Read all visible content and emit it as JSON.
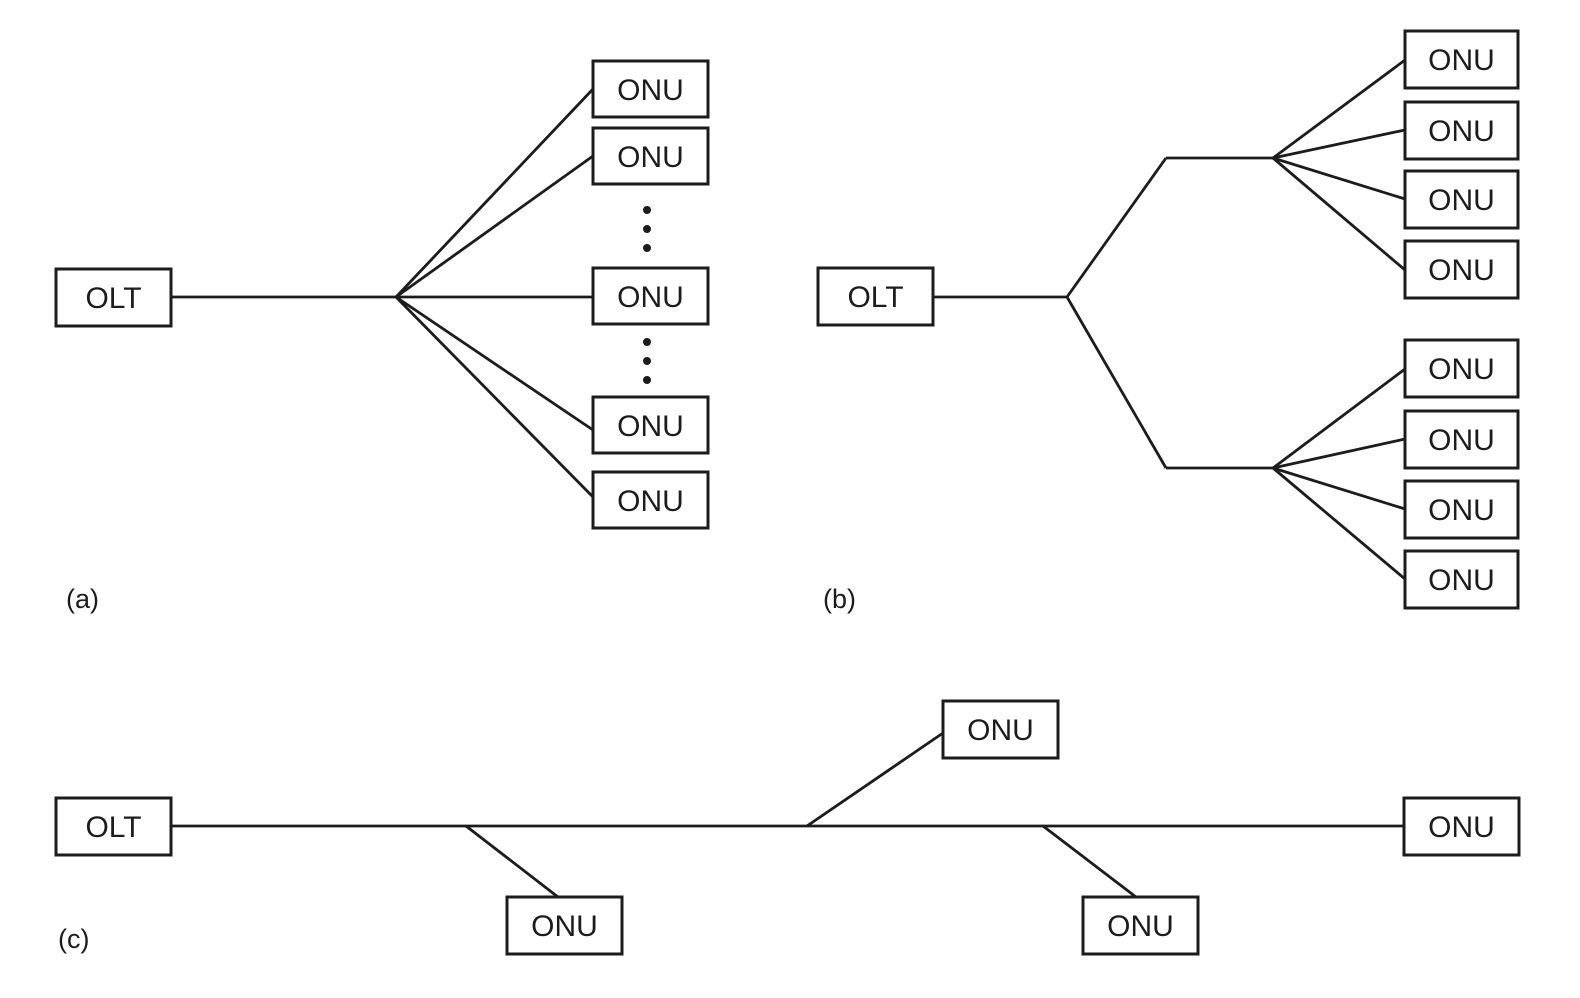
{
  "colors": {
    "background": "#ffffff",
    "line": "#1c1c1c",
    "text": "#1c1c1c",
    "node_fill": "#ffffff"
  },
  "panels": {
    "a": {
      "caption": "(a)",
      "olt_label": "OLT",
      "onu_label": "ONU",
      "onu_boxes_visible": 5,
      "ellipsis_dot_groups": 2,
      "dots_per_group": 3
    },
    "b": {
      "caption": "(b)",
      "olt_label": "OLT",
      "onu_label": "ONU",
      "onu_boxes_visible": 8
    },
    "c": {
      "caption": "(c)",
      "olt_label": "OLT",
      "onu_label": "ONU",
      "onu_boxes_visible": 4
    }
  }
}
